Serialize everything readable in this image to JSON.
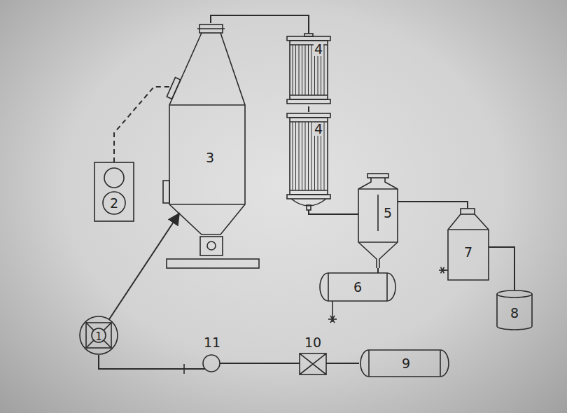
{
  "diagram": {
    "nodes": [
      {
        "text": [
          "1"
        ]
      },
      {
        "text": [
          "2"
        ]
      },
      {
        "text": [
          "3"
        ]
      },
      {
        "text": [
          "4"
        ]
      },
      {
        "text": [
          "4"
        ]
      },
      {
        "text": [
          "5"
        ]
      },
      {
        "text": [
          "6"
        ]
      },
      {
        "text": [
          "7"
        ]
      },
      {
        "text": [
          "8"
        ]
      },
      {
        "text": [
          "9"
        ]
      },
      {
        "text": [
          "10"
        ]
      },
      {
        "text": [
          "11"
        ]
      }
    ],
    "edges": [
      {
        "from": 9,
        "to": 10,
        "arrow": "none"
      },
      {
        "from": 10,
        "to": 11,
        "arrow": "none"
      },
      {
        "from": 11,
        "to": 0,
        "arrow": "none"
      },
      {
        "from": 0,
        "to": 2,
        "arrow": "to"
      },
      {
        "from": 1,
        "to": 2,
        "arrow": "none"
      },
      {
        "from": 2,
        "to": 3,
        "arrow": "none"
      },
      {
        "from": 3,
        "to": 4,
        "arrow": "none"
      },
      {
        "from": 4,
        "to": 5,
        "arrow": "none"
      },
      {
        "from": 5,
        "to": 6,
        "arrow": "none"
      },
      {
        "from": 5,
        "to": 7,
        "arrow": "none"
      },
      {
        "from": 7,
        "to": 8,
        "arrow": "none"
      }
    ]
  }
}
